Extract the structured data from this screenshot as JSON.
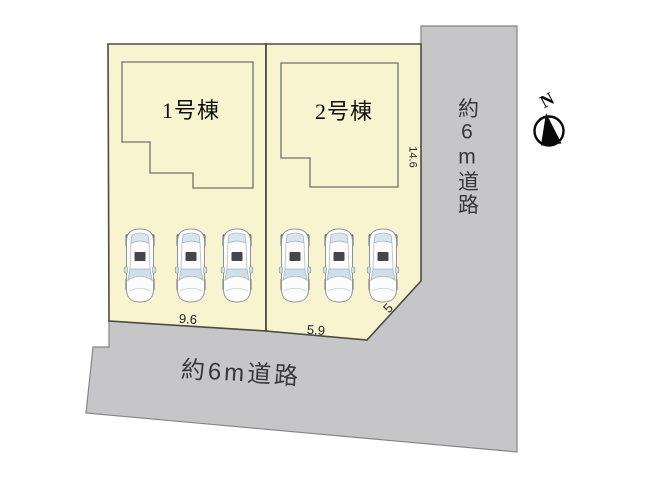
{
  "site_plan": {
    "buildings": [
      {
        "label": "1号棟"
      },
      {
        "label": "2号棟"
      }
    ],
    "dimensions": {
      "lot1_frontage": "9.6",
      "lot2_frontage": "5.9",
      "corner_cut": "5",
      "lot2_depth": "14.6"
    },
    "roads": {
      "right_label": "約6m道路",
      "bottom_label": "約6m道路"
    },
    "compass": {
      "north_label": "N"
    },
    "colors": {
      "lot_fill": "#f7f4cf",
      "road_fill": "#c6c5c8",
      "boundary_line": "#4c4c44",
      "background": "#ffffff"
    }
  }
}
